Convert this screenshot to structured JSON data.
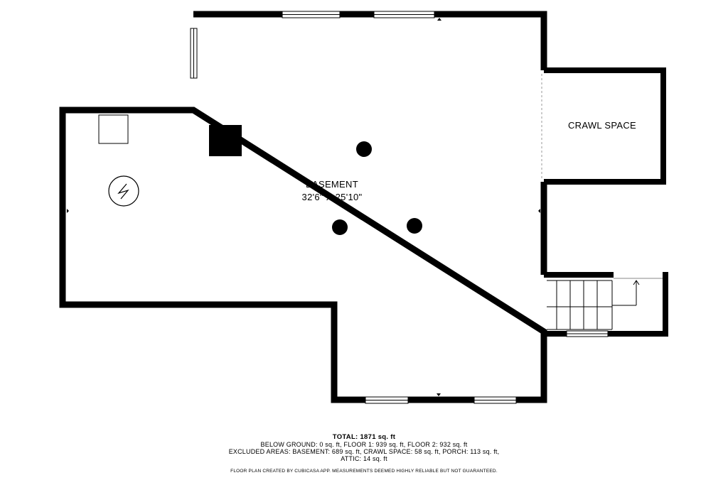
{
  "rooms": {
    "basement": {
      "name": "BASEMENT",
      "dimensions": "32'6\" X 25'10\""
    },
    "crawl_space": {
      "name": "CRAWL SPACE"
    }
  },
  "summary": {
    "total": "TOTAL: 1871 sq. ft",
    "below_ground": "BELOW GROUND: 0 sq. ft, FLOOR 1: 939 sq. ft, FLOOR 2: 932 sq. ft",
    "excluded": "EXCLUDED AREAS: BASEMENT: 689 sq. ft, CRAWL SPACE: 58 sq. ft, PORCH: 113 sq. ft,",
    "attic": "ATTIC: 14 sq. ft"
  },
  "credit": "FLOOR PLAN CREATED BY CUBICASA APP. MEASUREMENTS DEEMED HIGHLY RELIABLE BUT NOT GUARANTEED.",
  "colors": {
    "wall": "#000000",
    "background": "#ffffff",
    "window": "#ffffff"
  }
}
